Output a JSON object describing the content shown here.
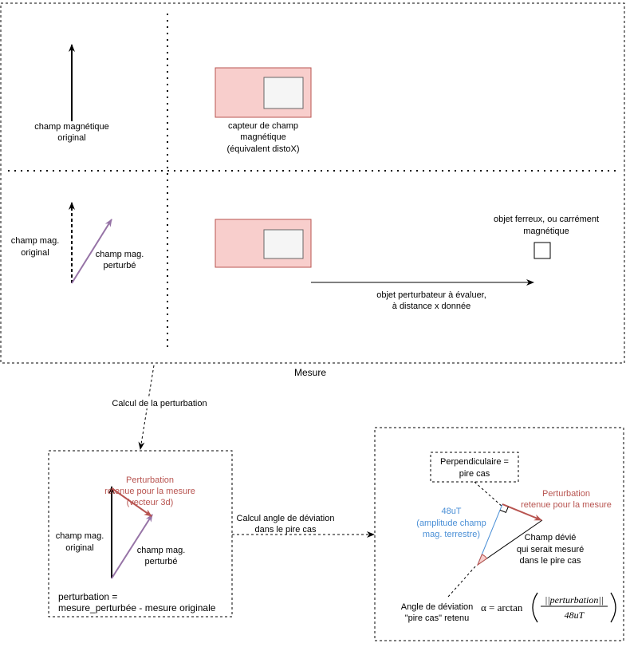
{
  "sections": {
    "measure_label": "Mesure"
  },
  "original_field": {
    "label": [
      "champ magnétique",
      "original"
    ]
  },
  "sensor": {
    "label": [
      "capteur de champ",
      "magnétique",
      "(équivalent distoX)"
    ]
  },
  "disturbed": {
    "original_label": [
      "champ mag.",
      "original"
    ],
    "perturbed_label": [
      "champ mag.",
      "perturbé"
    ]
  },
  "disturber": {
    "distance_label": [
      "objet perturbateur à évaluer,",
      "à distance x donnée"
    ],
    "object_label": [
      "objet ferreux, ou carrément",
      "magnétique"
    ]
  },
  "step1": {
    "label": "Calcul de la perturbation"
  },
  "perturbation_box": {
    "perturbation_label": [
      "Perturbation",
      "retenue pour la mesure",
      "(vecteur 3d)"
    ],
    "original_label": [
      "champ mag.",
      "original"
    ],
    "perturbed_label": [
      "champ mag.",
      "perturbé"
    ],
    "formula": [
      "perturbation =",
      "mesure_perturbée - mesure originale"
    ]
  },
  "step2": {
    "label": [
      "Calcul angle de déviation",
      "dans le pire cas"
    ]
  },
  "angle_box": {
    "perpendicular_note": [
      "Perpendiculaire =",
      "pire cas"
    ],
    "earth_field_label": [
      "48uT",
      "(amplitude champ",
      "mag. terrestre)"
    ],
    "perturbation_label": [
      "Perturbation",
      "retenue pour la mesure"
    ],
    "deviated_label": [
      "Champ dévié",
      "qui serait mesuré",
      "dans le pire cas"
    ],
    "angle_label": [
      "Angle de déviation",
      "\"pire cas\" retenu"
    ],
    "formula": {
      "lhs": "α = arctan",
      "numerator": "||perturbation||",
      "denominator": "48uT"
    }
  },
  "colors": {
    "sensor_fill": "#f8cecc",
    "sensor_stroke": "#b85450",
    "sensor_window": "#f5f5f5",
    "perturbed": "#9673a6",
    "perturbation": "#b85450",
    "earth_field": "#4a8fd6"
  }
}
